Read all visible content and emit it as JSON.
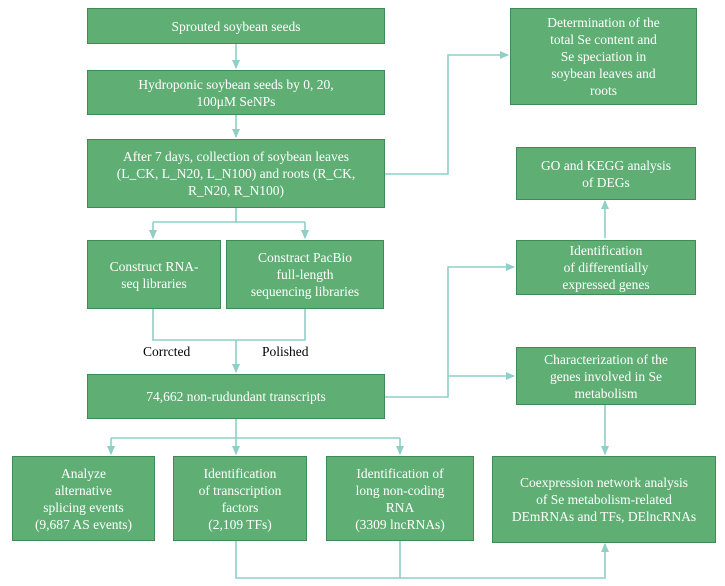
{
  "nodes": {
    "sprouted": "Sprouted soybean seeds",
    "hydroponic": "Hydroponic soybean seeds by 0, 20,\n100μM SeNPs",
    "collection": "After 7 days, collection of soybean leaves\n(L_CK, L_N20, L_N100) and roots (R_CK,\nR_N20, R_N100)",
    "rnaseq": "Construct RNA-\nseq libraries",
    "pacbio": "Constract PacBio\nfull-length\nsequencing libraries",
    "transcripts": "74,662 non-rudundant transcripts",
    "splicing": "Analyze\nalternative\nsplicing events\n(9,687 AS events)",
    "tfs": "Identification\nof transcription\nfactors\n(2,109 TFs)",
    "lncrna": "Identification of\nlong non-coding\nRNA\n(3309 lncRNAs)",
    "se_content": "Determination of  the\ntotal Se content and\nSe speciation in\nsoybean leaves and\nroots",
    "go_kegg": "GO and KEGG analysis\nof DEGs",
    "degs": "Identification\nof differentially\nexpressed genes",
    "se_genes": "Characterization of the\ngenes involved in Se\nmetabolism",
    "coexpression": "Coexpression network analysis\nof Se metabolism-related\nDEmRNAs and TFs, DElncRNAs"
  },
  "labels": {
    "corrected": "Corrcted",
    "polished": "Polished"
  },
  "colors": {
    "box_fill": "#5fae74",
    "box_border": "#3f8a55",
    "connector": "#8ecfc8"
  }
}
